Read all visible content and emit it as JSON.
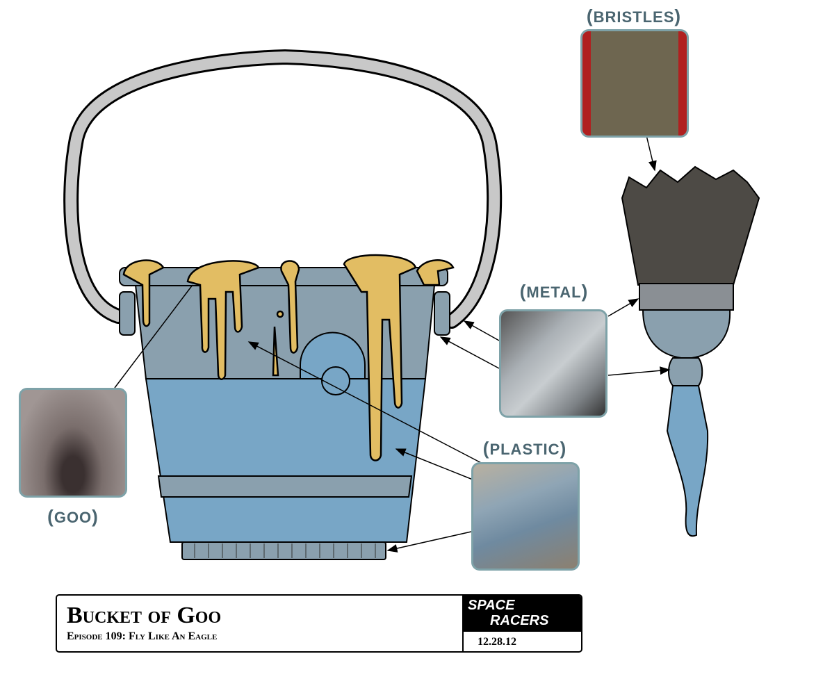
{
  "labels": {
    "bristles": "BRISTLES",
    "metal": "METAL",
    "plastic": "PLASTIC",
    "goo": "GOO"
  },
  "title_block": {
    "title": "Bucket of Goo",
    "subtitle": "Episode 109: Fly Like An Eagle",
    "logo_line1": "SPACE",
    "logo_line2": "RACERS",
    "date": "12.28.12"
  },
  "colors": {
    "bucket_gray": "#8aa0ae",
    "bucket_blue": "#78a6c6",
    "goo": "#e2bd63",
    "label": "#4a6570",
    "photo_border": "#7ea2a8"
  }
}
